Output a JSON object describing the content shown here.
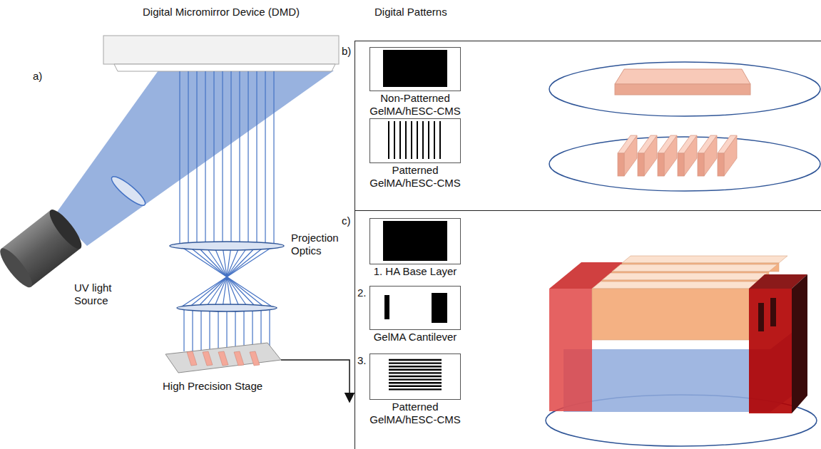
{
  "diagram": {
    "nodes": [
      {
        "text": [
          "b)"
        ]
      },
      {
        "text": [
          "Non-Patterned GelMA/hESC-CMS"
        ],
        "in": 0
      },
      {
        "text": [
          "Patterned GelMA/hESC-CMS"
        ],
        "in": 0
      },
      {
        "text": [
          "c)"
        ]
      },
      {
        "text": [
          "1. HA Base Layer"
        ],
        "in": 3
      },
      {
        "text": [
          "GelMA Cantilever"
        ],
        "in": 3
      },
      {
        "text": [
          "Patterned GelMA/hESC-CMS"
        ],
        "in": 3
      }
    ],
    "labels": [
      "Digital Patterns",
      "a)",
      "Digital Micromirror Device (DMD)",
      "Projection Optics",
      "UV light Source",
      "High Precision Stage",
      "2.",
      "3."
    ]
  }
}
